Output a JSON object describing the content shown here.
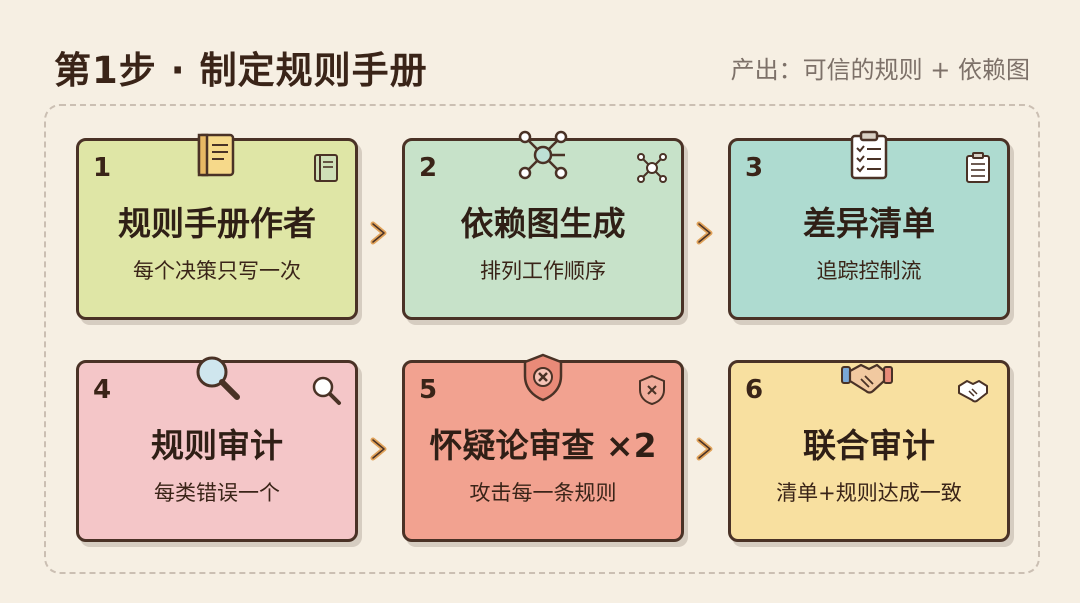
{
  "title": "第1步 · 制定规则手册",
  "output": "产出：可信的规则 + 依赖图",
  "steps": [
    {
      "num": "1",
      "heading": "规则手册作者",
      "sub": "每个决策只写一次",
      "icon": "book-icon",
      "color": "#dfe6a6"
    },
    {
      "num": "2",
      "heading": "依赖图生成",
      "sub": "排列工作顺序",
      "icon": "network-graph-icon",
      "color": "#c7e2c9"
    },
    {
      "num": "3",
      "heading": "差异清单",
      "sub": "追踪控制流",
      "icon": "clipboard-checklist-icon",
      "color": "#aedbd0"
    },
    {
      "num": "4",
      "heading": "规则审计",
      "sub": "每类错误一个",
      "icon": "magnifier-icon",
      "color": "#f4c6c8"
    },
    {
      "num": "5",
      "heading": "怀疑论审查 ×2",
      "sub": "攻击每一条规则",
      "icon": "shield-x-icon",
      "color": "#f2a290"
    },
    {
      "num": "6",
      "heading": "联合审计",
      "sub": "清单+规则达成一致",
      "icon": "handshake-icon",
      "color": "#f8e0a0"
    }
  ]
}
